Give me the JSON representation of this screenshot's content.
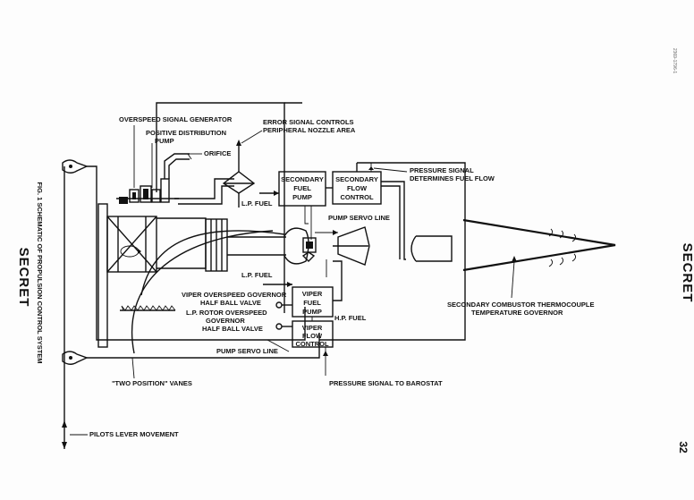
{
  "side_text": {
    "left_classification": "SECRET",
    "right_classification": "SECRET",
    "figure_caption": "FIG. 1  SCHEMATIC OF PROPULSION CONTROL SYSTEM",
    "page_number": "32",
    "corner_mark": "2369-1796-1"
  },
  "boxes": {
    "secondary_fuel_pump": [
      "SECONDARY",
      "FUEL",
      "PUMP"
    ],
    "secondary_flow_control": [
      "SECONDARY",
      "FLOW",
      "CONTROL"
    ],
    "viper_fuel_pump": [
      "VIPER",
      "FUEL",
      "PUMP"
    ],
    "viper_flow_control": [
      "VIPER",
      "FLOW",
      "CONTROL"
    ]
  },
  "labels": {
    "overspeed_signal_generator": "OVERSPEED SIGNAL GENERATOR",
    "positive_distribution_pump": [
      "POSITIVE DISTRIBUTION",
      "PUMP"
    ],
    "orifice": "ORIFICE",
    "error_signal": [
      "ERROR SIGNAL CONTROLS",
      "PERIPHERAL NOZZLE AREA"
    ],
    "pressure_signal_fuel_flow": [
      "PRESSURE SIGNAL",
      "DETERMINES FUEL FLOW"
    ],
    "lp_fuel_upper": "L.P. FUEL",
    "pump_servo_line_upper": "PUMP SERVO LINE",
    "lp_fuel_lower": "L.P. FUEL",
    "viper_overspeed_governor": [
      "VIPER OVERSPEED GOVERNOR",
      "HALF BALL VALVE"
    ],
    "lp_rotor_overspeed_governor": [
      "L.P. ROTOR OVERSPEED",
      "GOVERNOR",
      "HALF BALL VALVE"
    ],
    "hp_fuel": "H.P. FUEL",
    "pump_servo_line_lower": "PUMP SERVO LINE",
    "secondary_combustor": [
      "SECONDARY COMBUSTOR THERMOCOUPLE",
      "TEMPERATURE GOVERNOR"
    ],
    "two_position_vanes": "\"TWO POSITION\" VANES",
    "pressure_signal_barostat": "PRESSURE SIGNAL TO BAROSTAT",
    "pilots_lever_movement": "PILOTS LEVER MOVEMENT"
  }
}
